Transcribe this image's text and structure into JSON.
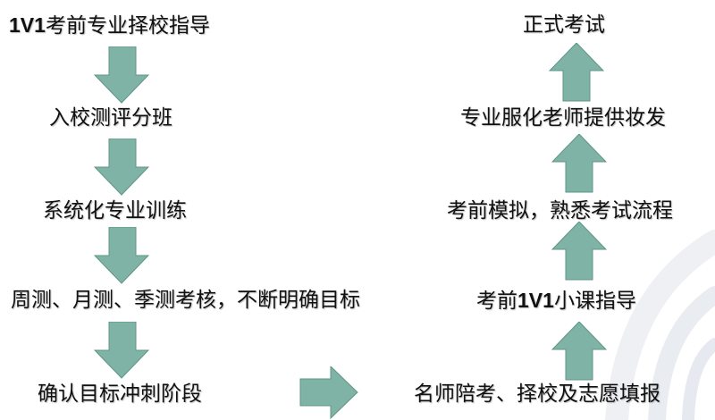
{
  "colors": {
    "arrow_fill": "#7fb3a5",
    "arrow_stroke": "#5f9486",
    "text": "#111111",
    "background": "#ffffff"
  },
  "left_column": {
    "steps": [
      {
        "prefix_bold": "1V1",
        "text": "考前专业择校指导"
      },
      {
        "text": "入校测评分班"
      },
      {
        "text": "系统化专业训练"
      },
      {
        "text": "周测、月测、季测考核，不断明确目标"
      },
      {
        "text": "确认目标冲刺阶段"
      }
    ],
    "arrow_direction": "down"
  },
  "connector": {
    "arrow_direction": "right"
  },
  "right_column": {
    "steps": [
      {
        "text": "名师陪考、择校及志愿填报"
      },
      {
        "prefix": "考前",
        "bold": "1V1",
        "suffix": "小课指导"
      },
      {
        "text": "考前模拟，熟悉考试流程"
      },
      {
        "text": "专业服化老师提供妆发"
      },
      {
        "text": "正式考试"
      }
    ],
    "arrow_direction": "up"
  }
}
